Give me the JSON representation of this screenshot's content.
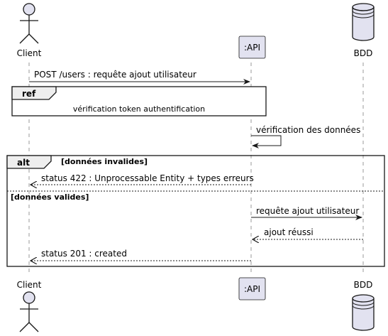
{
  "participants": {
    "client": {
      "name": "Client"
    },
    "api": {
      "name": ":API"
    },
    "bdd": {
      "name": "BDD"
    }
  },
  "messages": {
    "m1": "POST /users : requête ajout utilisateur",
    "m2": "vérification des données",
    "m3": "status 422 : Unprocessable Entity + types erreurs",
    "m4": "requête ajout utilisateur",
    "m5": "ajout réussi",
    "m6": "status 201 : created"
  },
  "ref_frame": {
    "tag": "ref",
    "text": "vérification token authentification"
  },
  "alt_frame": {
    "tag": "alt",
    "guard1": "[données invalides]",
    "guard2": "[données valides]"
  },
  "colors": {
    "participant_fill": "#E2E2F0",
    "participant_stroke": "#181818",
    "frame_tag_fill": "#EEEEEE",
    "line": "#181818",
    "lifeline": "#999999"
  }
}
